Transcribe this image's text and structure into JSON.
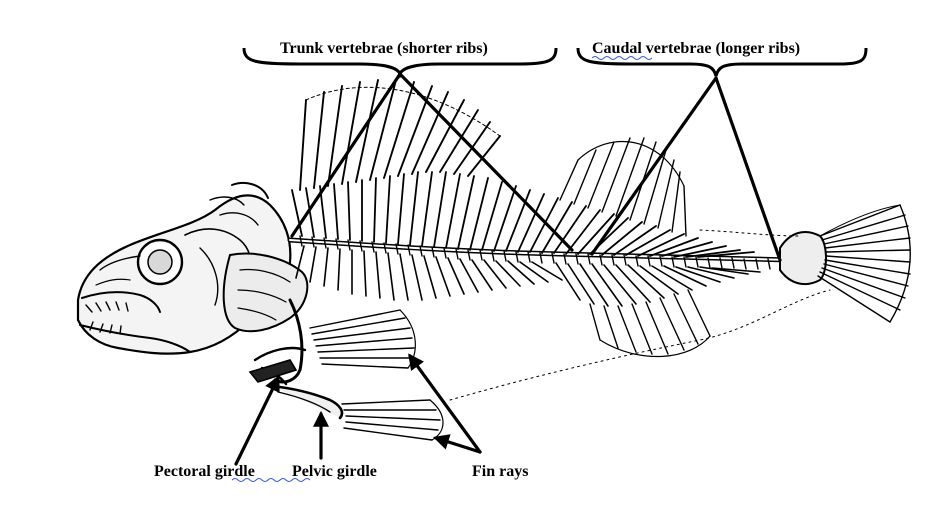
{
  "labels": {
    "trunk": "Trunk vertebrae (shorter ribs)",
    "caudal": "Caudal vertebrae (longer ribs)",
    "pectoral": "Pectoral girdle",
    "pelvic": "Pelvic girdle",
    "fin_rays": "Fin rays"
  },
  "colors": {
    "ink": "#000000",
    "spellcheck_underline": "#3b5bdb"
  }
}
